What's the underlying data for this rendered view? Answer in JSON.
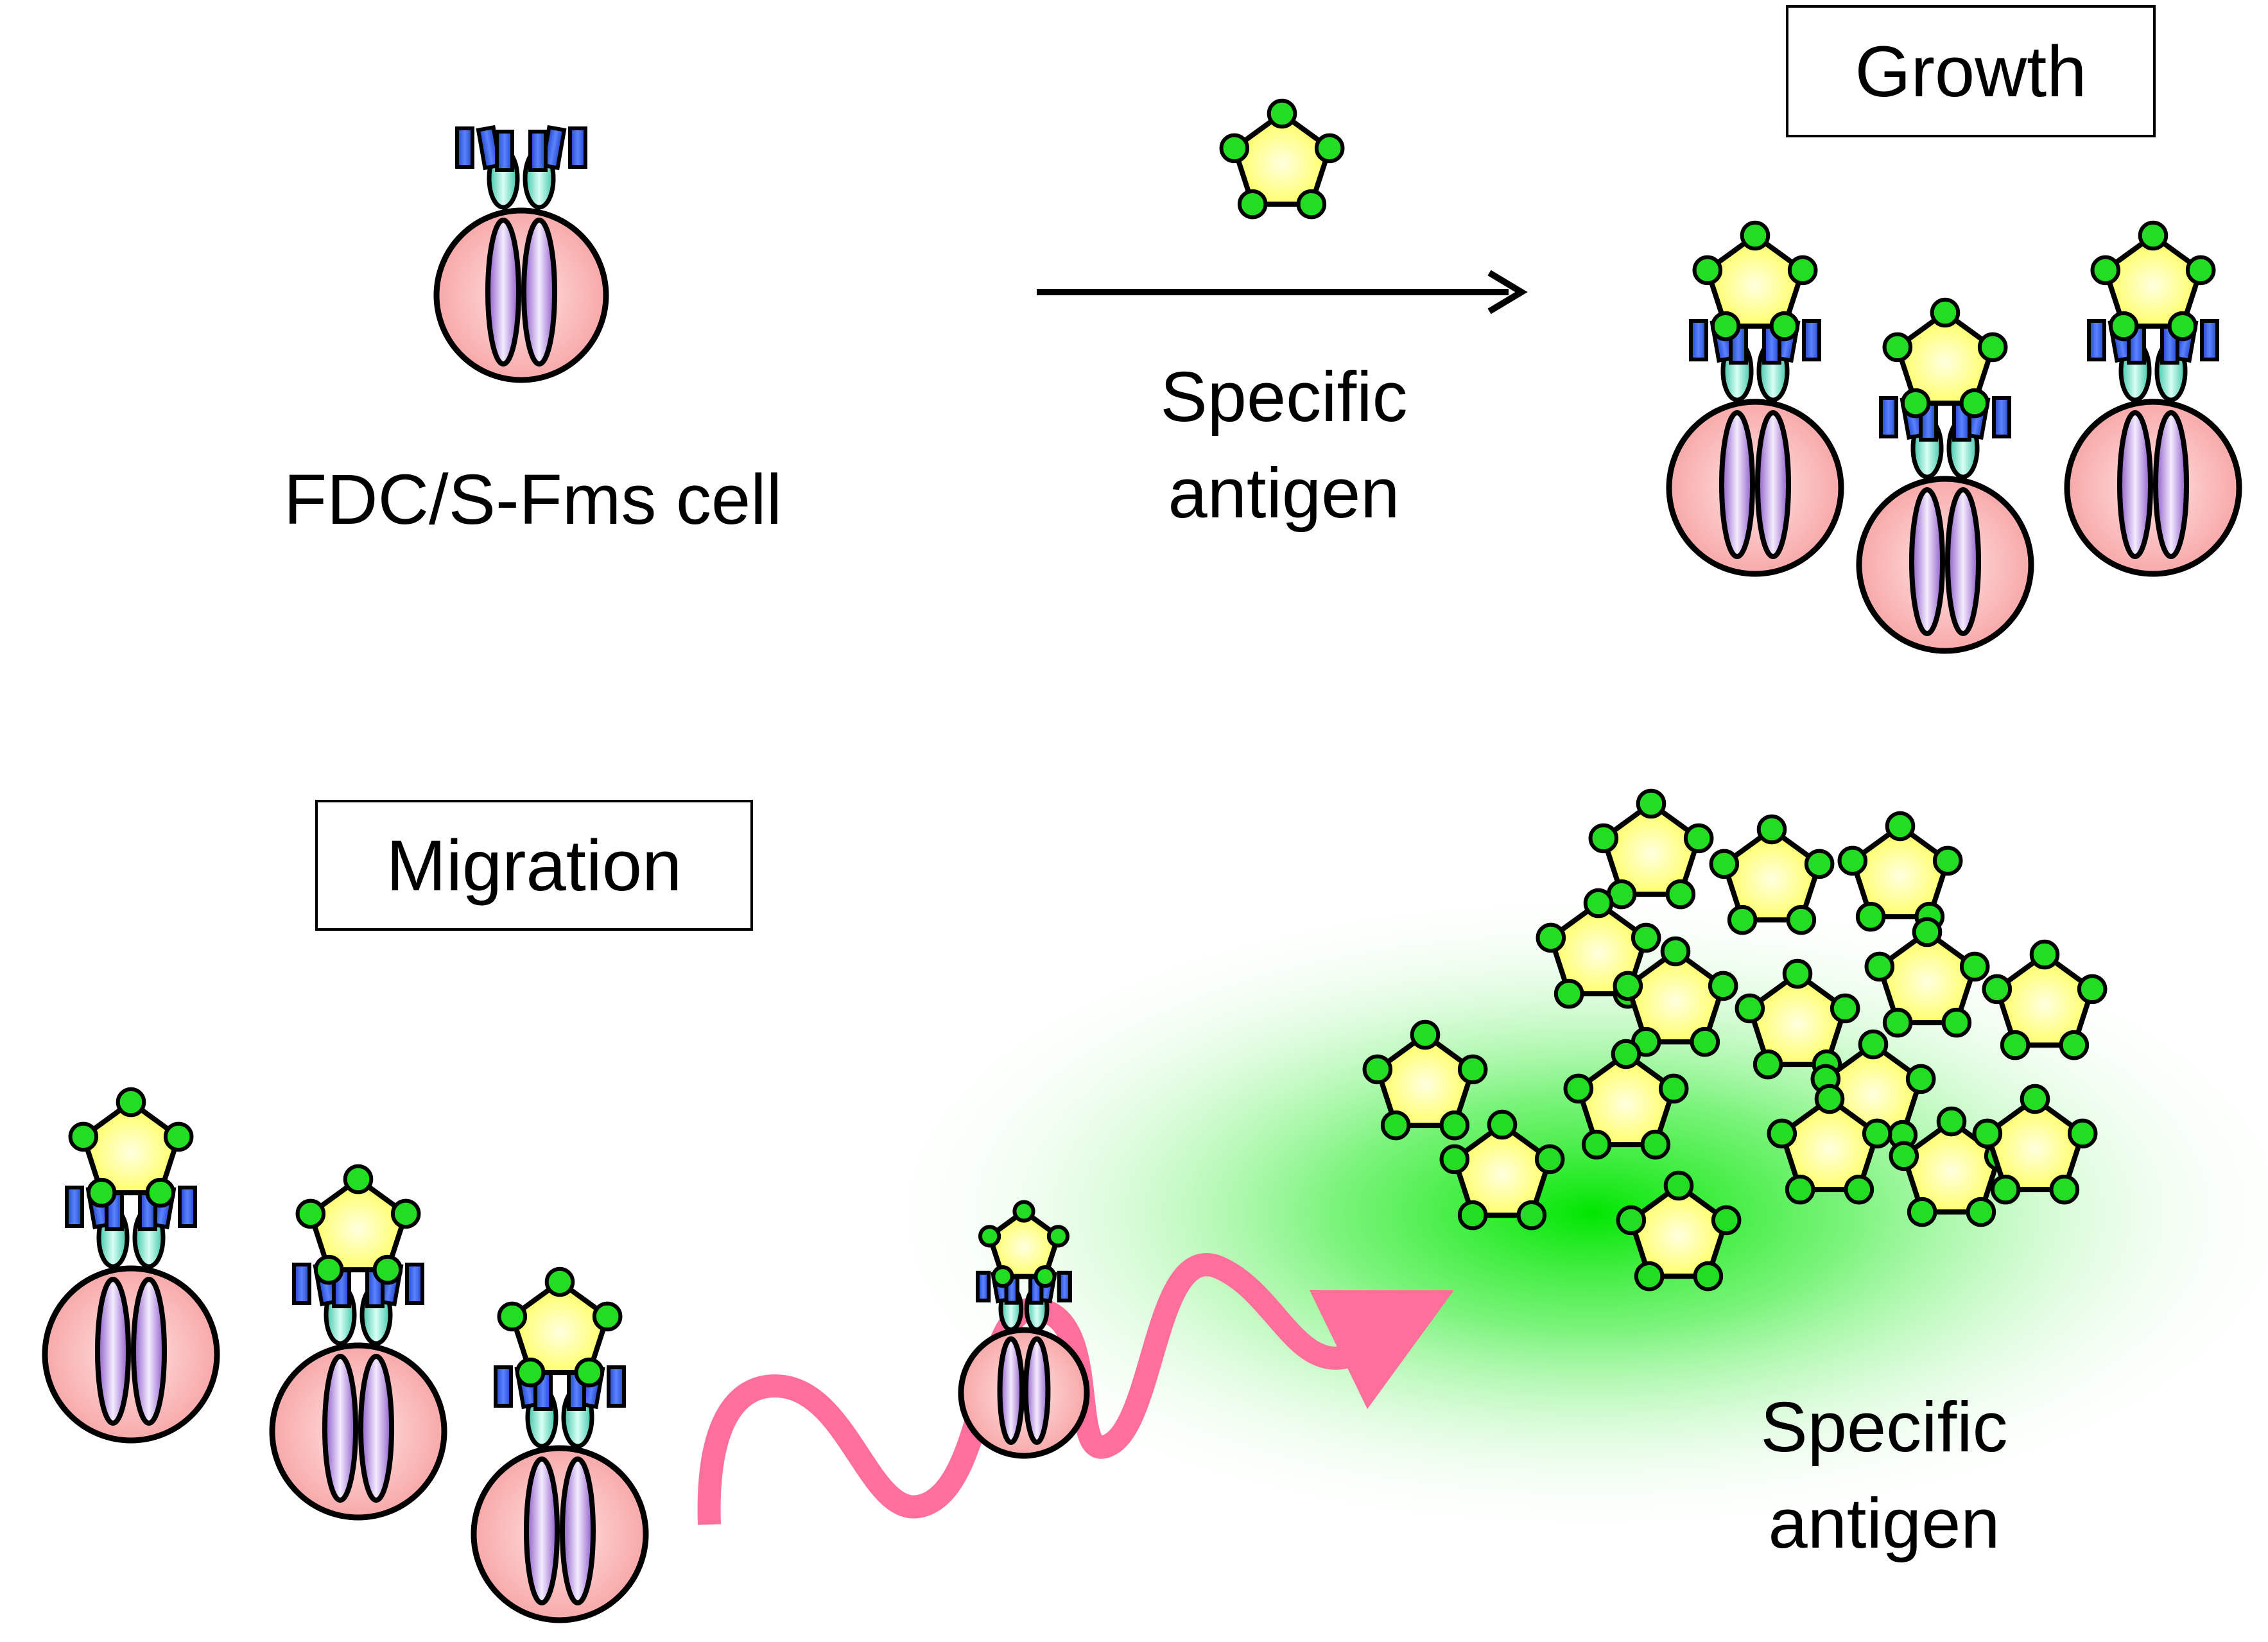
{
  "labels": {
    "cell_name": "FDC/S-Fms cell",
    "arrow_label_line1": "Specific",
    "arrow_label_line2": "antigen",
    "growth": "Growth",
    "migration": "Migration",
    "gradient_label_line1": "Specific",
    "gradient_label_line2": "antigen"
  },
  "colors": {
    "cell_fill": "#f7a3a3",
    "cell_highlight": "#ffe3e3",
    "receptor_purple": "#8a55c7",
    "receptor_light": "#f4ecff",
    "receptor_teal": "#3cc5a8",
    "receptor_blue": "#2f5ae6",
    "antigen_yellow": "#ffff66",
    "antigen_dot": "#22dd22",
    "migration_arrow": "#ff6f9c",
    "gradient_green": "#00e600"
  },
  "icons": {
    "cell": "cell-with-receptor-icon",
    "antigen": "antigen-pentagon-icon"
  }
}
